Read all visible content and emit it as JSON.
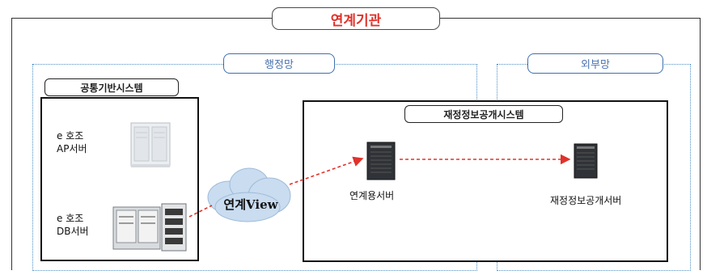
{
  "title": "연계기관",
  "zones": {
    "internal": "행정망",
    "external": "외부망"
  },
  "groups": {
    "common_system": "공통기반시스템",
    "disclosure_system": "재정정보공개시스템"
  },
  "servers": {
    "ap_line1": "e 호조",
    "ap_line2": "AP서버",
    "db_line1": "e 호조",
    "db_line2": "DB서버",
    "link_server": "연계용서버",
    "disclosure_server": "재정정보공개서버"
  },
  "cloud": "연계View",
  "icons": [
    "server-rack-icon",
    "database-cabinet-icon",
    "tower-server-icon",
    "cloud-icon"
  ],
  "colors": {
    "title_red": "#e0322b",
    "zone_blue": "#4a73b0",
    "arrow_red": "#e0322b",
    "cloud_fill": "#c9dcf0"
  }
}
